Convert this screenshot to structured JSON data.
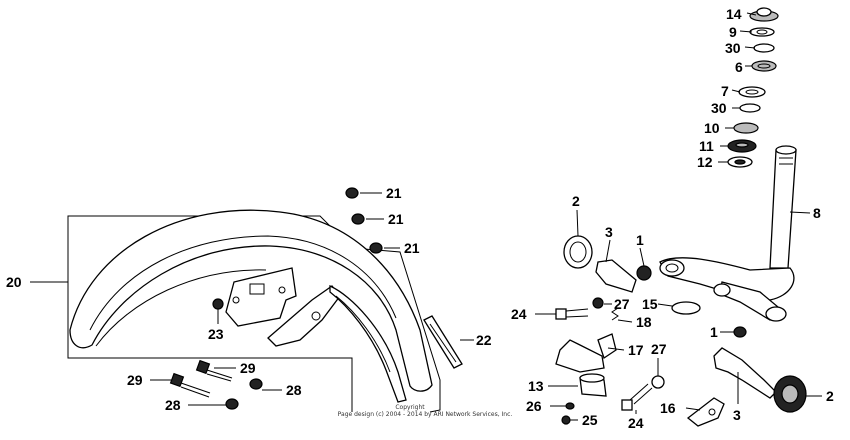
{
  "colors": {
    "line": "#000000",
    "background": "#ffffff",
    "shade": "#222222"
  },
  "diagram": {
    "callouts": [
      {
        "id": "c14",
        "label": "14"
      },
      {
        "id": "c9",
        "label": "9"
      },
      {
        "id": "c30a",
        "label": "30"
      },
      {
        "id": "c6",
        "label": "6"
      },
      {
        "id": "c7",
        "label": "7"
      },
      {
        "id": "c30b",
        "label": "30"
      },
      {
        "id": "c10",
        "label": "10"
      },
      {
        "id": "c11",
        "label": "11"
      },
      {
        "id": "c12",
        "label": "12"
      },
      {
        "id": "c8",
        "label": "8"
      },
      {
        "id": "c21a",
        "label": "21"
      },
      {
        "id": "c21b",
        "label": "21"
      },
      {
        "id": "c21c",
        "label": "21"
      },
      {
        "id": "c2a",
        "label": "2"
      },
      {
        "id": "c3a",
        "label": "3"
      },
      {
        "id": "c1a",
        "label": "1"
      },
      {
        "id": "c20",
        "label": "20"
      },
      {
        "id": "c15",
        "label": "15"
      },
      {
        "id": "c24a",
        "label": "24"
      },
      {
        "id": "c27a",
        "label": "27"
      },
      {
        "id": "c18",
        "label": "18"
      },
      {
        "id": "c23",
        "label": "23"
      },
      {
        "id": "c22",
        "label": "22"
      },
      {
        "id": "c1b",
        "label": "1"
      },
      {
        "id": "c17",
        "label": "17"
      },
      {
        "id": "c27b",
        "label": "27"
      },
      {
        "id": "c29a",
        "label": "29"
      },
      {
        "id": "c29b",
        "label": "29"
      },
      {
        "id": "c28a",
        "label": "28"
      },
      {
        "id": "c28b",
        "label": "28"
      },
      {
        "id": "c13",
        "label": "13"
      },
      {
        "id": "c2b",
        "label": "2"
      },
      {
        "id": "c24b",
        "label": "24"
      },
      {
        "id": "c16",
        "label": "16"
      },
      {
        "id": "c3b",
        "label": "3"
      },
      {
        "id": "c26",
        "label": "26"
      },
      {
        "id": "c25",
        "label": "25"
      }
    ],
    "copyright": {
      "line1": "Copyright",
      "line2": "Page design (c) 2004 - 2014 by ARI Network Services, Inc."
    }
  }
}
